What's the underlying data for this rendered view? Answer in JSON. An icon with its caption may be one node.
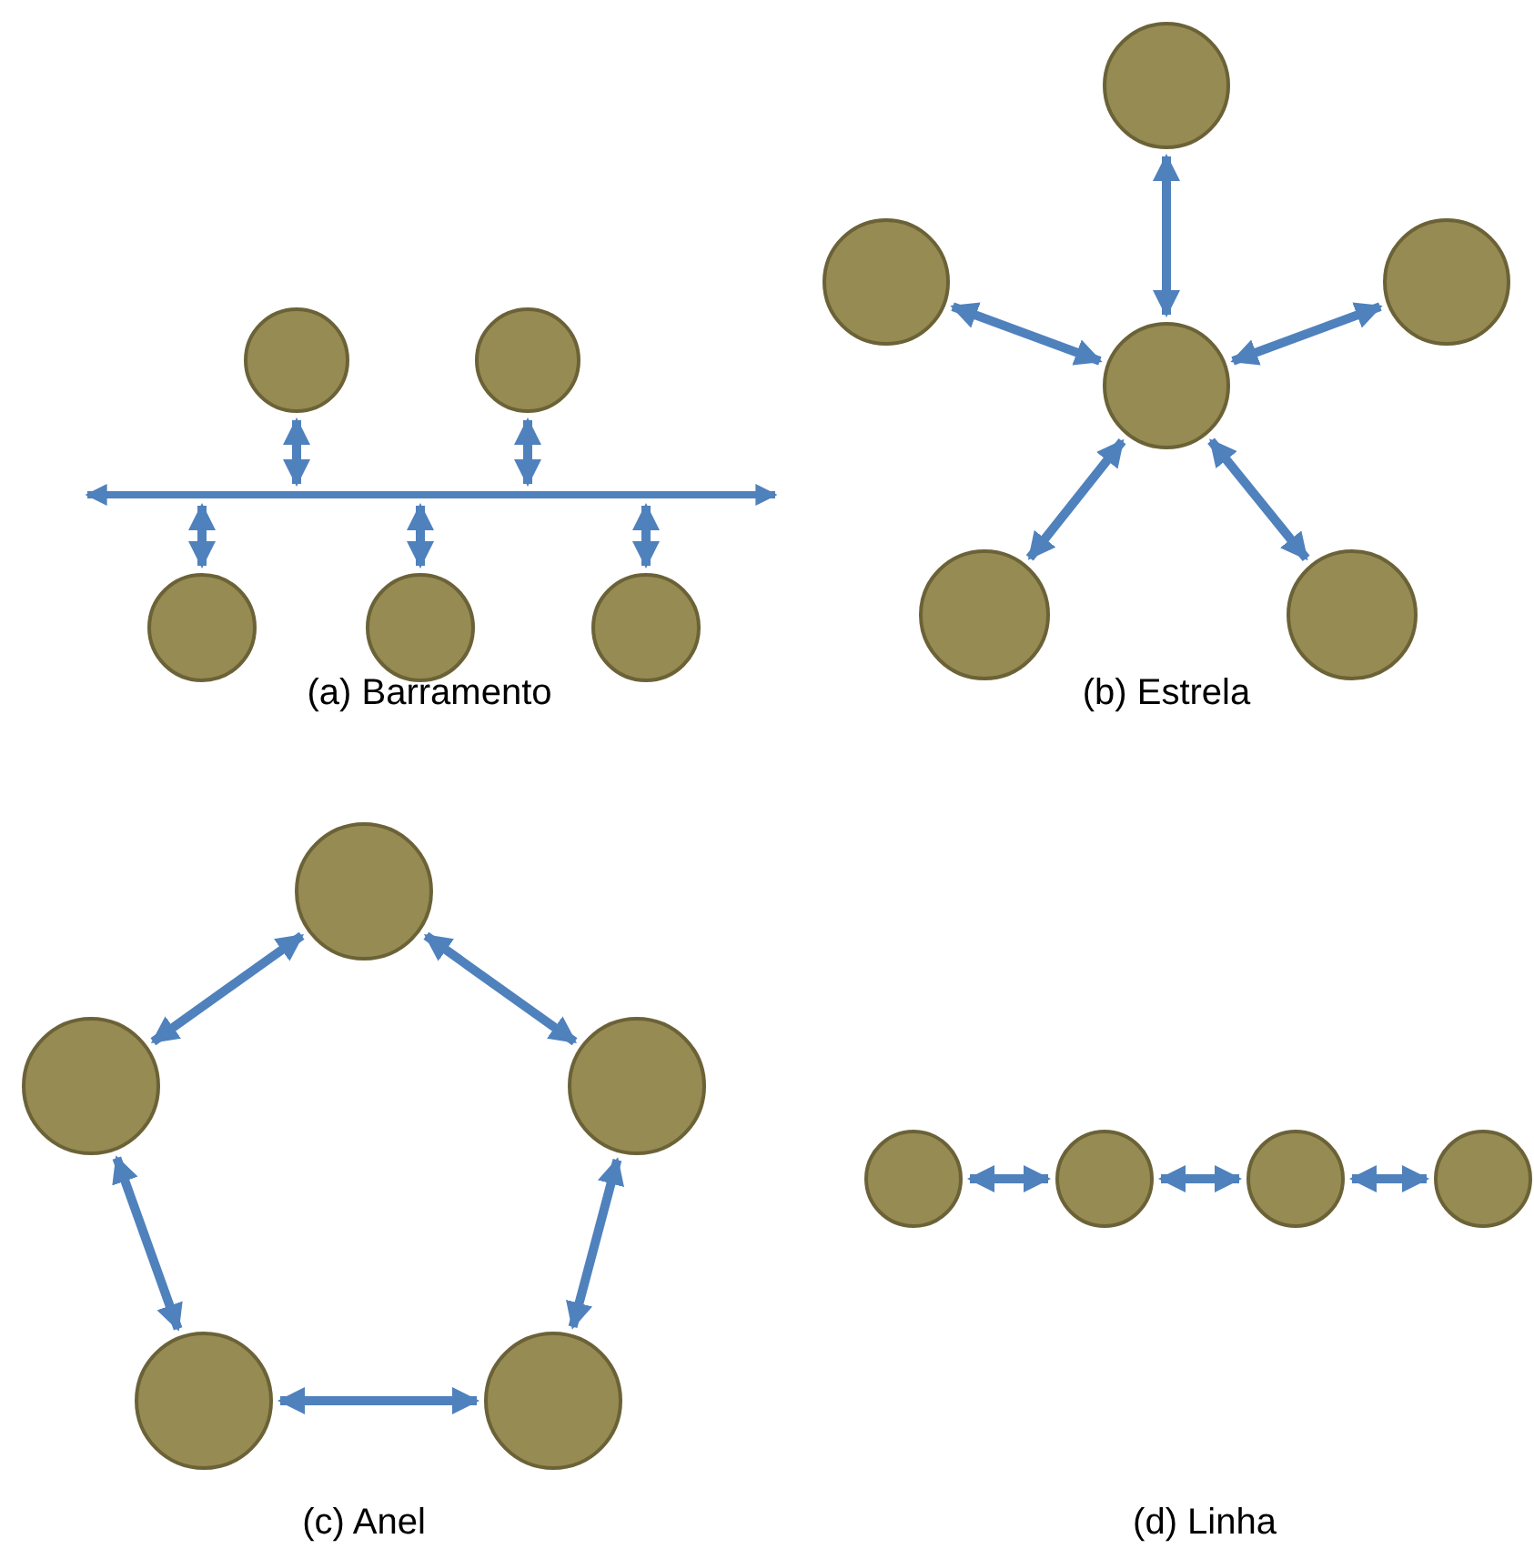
{
  "diagram": {
    "nodes": [
      {
        "text": [],
        "shape": "circle"
      },
      {
        "text": [],
        "shape": "circle"
      },
      {
        "text": [],
        "shape": "bar"
      },
      {
        "text": [],
        "shape": "circle"
      },
      {
        "text": [],
        "shape": "circle"
      },
      {
        "text": [],
        "shape": "circle"
      },
      {
        "text": [],
        "shape": "circle"
      },
      {
        "text": [],
        "shape": "circle"
      },
      {
        "text": [],
        "shape": "circle"
      },
      {
        "text": [],
        "shape": "circle"
      },
      {
        "text": [],
        "shape": "circle"
      },
      {
        "text": [],
        "shape": "circle"
      },
      {
        "text": [],
        "shape": "circle"
      },
      {
        "text": [],
        "shape": "circle"
      },
      {
        "text": [],
        "shape": "circle"
      },
      {
        "text": [],
        "shape": "circle"
      },
      {
        "text": [],
        "shape": "circle"
      },
      {
        "text": [],
        "shape": "circle"
      },
      {
        "text": [],
        "shape": "circle"
      },
      {
        "text": [],
        "shape": "circle"
      },
      {
        "text": [],
        "shape": "circle"
      }
    ],
    "edges": [
      {
        "from": 0,
        "to": 2,
        "arrow": "both"
      },
      {
        "from": 1,
        "to": 2,
        "arrow": "both"
      },
      {
        "from": 2,
        "to": 3,
        "arrow": "both"
      },
      {
        "from": 2,
        "to": 4,
        "arrow": "both"
      },
      {
        "from": 2,
        "to": 5,
        "arrow": "both"
      },
      {
        "from": 8,
        "to": 6,
        "arrow": "both"
      },
      {
        "from": 8,
        "to": 7,
        "arrow": "both"
      },
      {
        "from": 8,
        "to": 9,
        "arrow": "both"
      },
      {
        "from": 8,
        "to": 10,
        "arrow": "both"
      },
      {
        "from": 8,
        "to": 11,
        "arrow": "both"
      },
      {
        "from": 12,
        "to": 13,
        "arrow": "both"
      },
      {
        "from": 12,
        "to": 14,
        "arrow": "both"
      },
      {
        "from": 13,
        "to": 15,
        "arrow": "both"
      },
      {
        "from": 14,
        "to": 16,
        "arrow": "both"
      },
      {
        "from": 15,
        "to": 16,
        "arrow": "both"
      },
      {
        "from": 17,
        "to": 18,
        "arrow": "both"
      },
      {
        "from": 18,
        "to": 19,
        "arrow": "both"
      },
      {
        "from": 19,
        "to": 20,
        "arrow": "both"
      }
    ],
    "labels": [
      "(a) Barramento",
      "(b) Estrela",
      "(c) Anel",
      "(d) Linha"
    ]
  }
}
